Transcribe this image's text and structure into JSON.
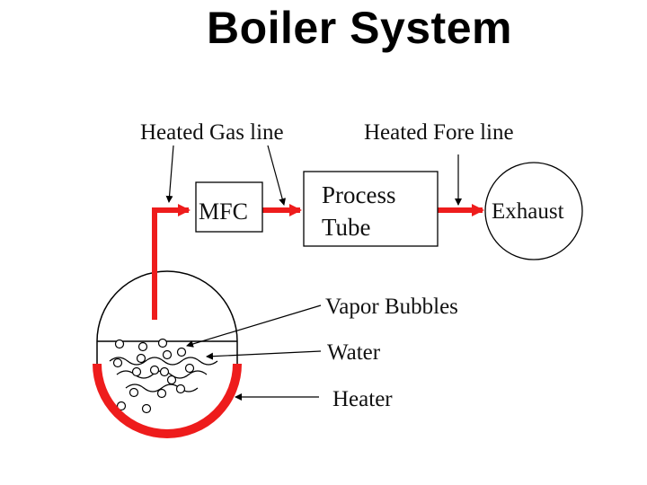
{
  "title": "Boiler System",
  "labels": {
    "heated_gas_line": "Heated Gas line",
    "heated_fore_line": "Heated Fore line",
    "mfc": "MFC",
    "process_line1": "Process",
    "process_line2": "Tube",
    "exhaust": "Exhaust",
    "vapor_bubbles": "Vapor Bubbles",
    "water": "Water",
    "heater": "Heater"
  },
  "colors": {
    "pipe": "#ee1c1c",
    "heater": "#ee1c1c",
    "line": "#000000"
  }
}
